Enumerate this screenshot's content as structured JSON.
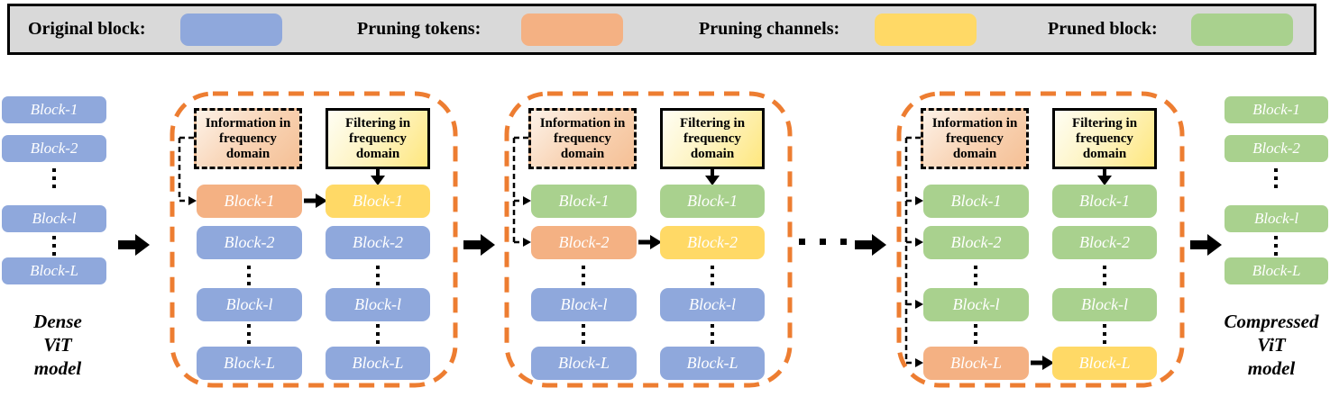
{
  "legend": {
    "items": [
      {
        "label": "Original block:",
        "type": "original"
      },
      {
        "label": "Pruning tokens:",
        "type": "pruning-tokens"
      },
      {
        "label": "Pruning channels:",
        "type": "pruning-channels"
      },
      {
        "label": "Pruned block:",
        "type": "pruned"
      }
    ]
  },
  "colors": {
    "original_block": "#8FA8DC",
    "pruning_tokens": "#F4B183",
    "pruning_channels": "#FFD966",
    "pruned_block": "#A9D18E",
    "stage_outline": "#ED7D31",
    "legend_background": "#D9D9D9"
  },
  "dense_model": {
    "label": "Dense\nViT\nmodel",
    "blocks": [
      {
        "label": "Block-1",
        "type": "original"
      },
      {
        "label": "Block-2",
        "type": "original"
      },
      {
        "label": "Block-l",
        "type": "original"
      },
      {
        "label": "Block-L",
        "type": "original"
      }
    ]
  },
  "compressed_model": {
    "label": "Compressed\nViT\nmodel",
    "blocks": [
      {
        "label": "Block-1",
        "type": "pruned"
      },
      {
        "label": "Block-2",
        "type": "pruned"
      },
      {
        "label": "Block-l",
        "type": "pruned"
      },
      {
        "label": "Block-L",
        "type": "pruned"
      }
    ]
  },
  "stages": [
    {
      "info_box": "Information in\nfrequency\ndomain",
      "filter_box": "Filtering in\nfrequency\ndomain",
      "left_blocks": [
        {
          "label": "Block-1",
          "type": "pruning-tokens"
        },
        {
          "label": "Block-2",
          "type": "original"
        },
        {
          "label": "Block-l",
          "type": "original"
        },
        {
          "label": "Block-L",
          "type": "original"
        }
      ],
      "right_blocks": [
        {
          "label": "Block-1",
          "type": "pruning-channels"
        },
        {
          "label": "Block-2",
          "type": "original"
        },
        {
          "label": "Block-l",
          "type": "original"
        },
        {
          "label": "Block-L",
          "type": "original"
        }
      ]
    },
    {
      "info_box": "Information in\nfrequency\ndomain",
      "filter_box": "Filtering in\nfrequency\ndomain",
      "left_blocks": [
        {
          "label": "Block-1",
          "type": "pruned"
        },
        {
          "label": "Block-2",
          "type": "pruning-tokens"
        },
        {
          "label": "Block-l",
          "type": "original"
        },
        {
          "label": "Block-L",
          "type": "original"
        }
      ],
      "right_blocks": [
        {
          "label": "Block-1",
          "type": "pruned"
        },
        {
          "label": "Block-2",
          "type": "pruning-channels"
        },
        {
          "label": "Block-l",
          "type": "original"
        },
        {
          "label": "Block-L",
          "type": "original"
        }
      ]
    },
    {
      "info_box": "Information in\nfrequency\ndomain",
      "filter_box": "Filtering in\nfrequency\ndomain",
      "left_blocks": [
        {
          "label": "Block-1",
          "type": "pruned"
        },
        {
          "label": "Block-2",
          "type": "pruned"
        },
        {
          "label": "Block-l",
          "type": "pruned"
        },
        {
          "label": "Block-L",
          "type": "pruning-tokens"
        }
      ],
      "right_blocks": [
        {
          "label": "Block-1",
          "type": "pruned"
        },
        {
          "label": "Block-2",
          "type": "pruned"
        },
        {
          "label": "Block-l",
          "type": "pruned"
        },
        {
          "label": "Block-L",
          "type": "pruning-channels"
        }
      ]
    }
  ]
}
